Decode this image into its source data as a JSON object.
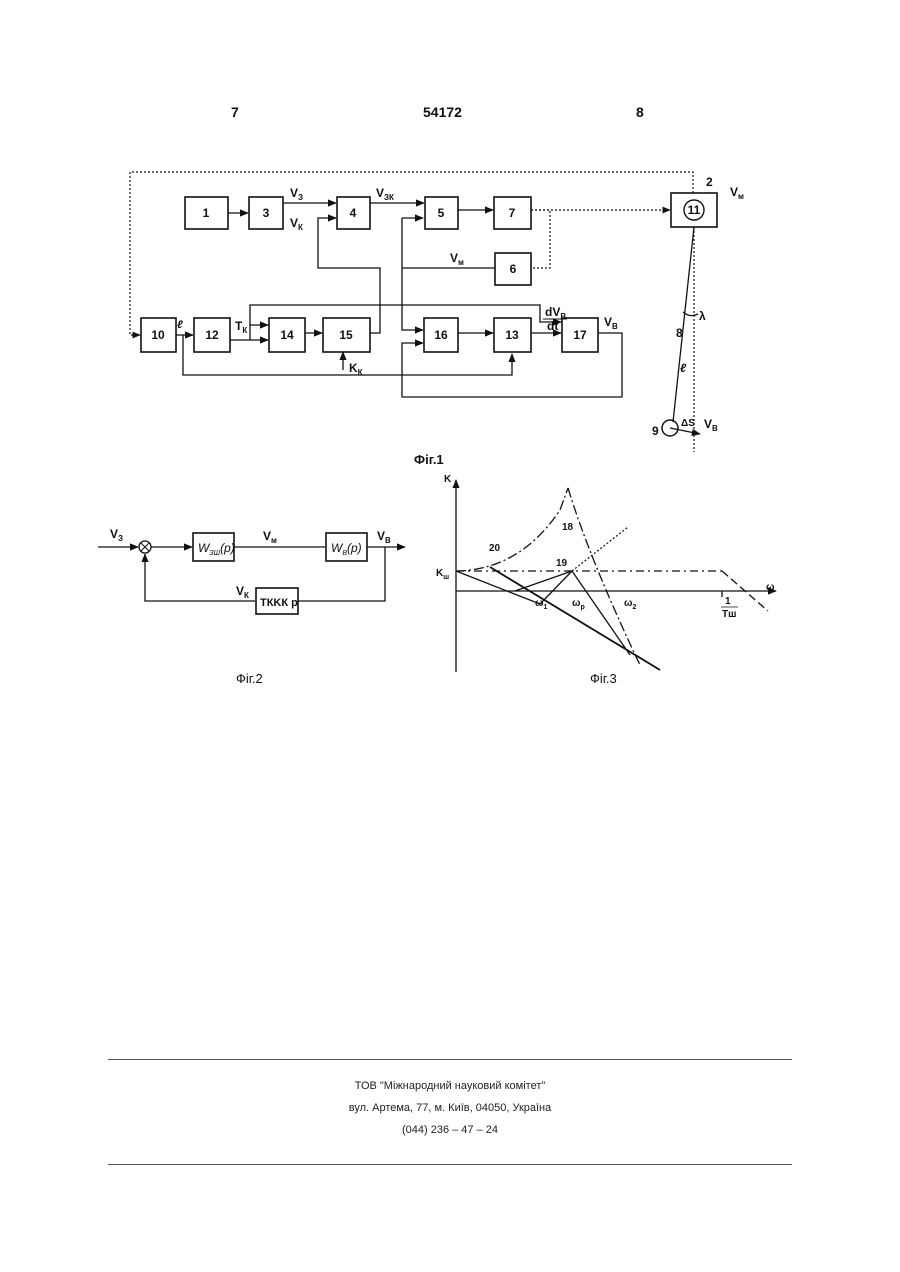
{
  "header": {
    "page_left": "7",
    "patent_number": "54172",
    "page_right": "8"
  },
  "figure1": {
    "caption": "Фіг.1",
    "blocks": [
      "1",
      "3",
      "4",
      "5",
      "7",
      "6",
      "11",
      "10",
      "12",
      "14",
      "15",
      "16",
      "13",
      "17"
    ],
    "labels": {
      "vz": "V",
      "vz_sub": "З",
      "vk": "V",
      "vk_sub": "К",
      "vzk": "V",
      "vzk_sub": "ЗК",
      "vm_mid": "V",
      "vm_mid_sub": "м",
      "vm_out": "V",
      "vm_out_sub": "м",
      "tk": "T",
      "tk_sub": "К",
      "kk": "K",
      "kk_sub": "К",
      "dvb": "dV",
      "dvb_sub": "В",
      "dt": "dt",
      "vb": "V",
      "vb_sub": "В",
      "vb_load": "V",
      "vb_load_sub": "В",
      "n2": "2",
      "n8": "8",
      "n9": "9",
      "lam": "λ",
      "ell": "ℓ",
      "ell_in": "ℓ",
      "ds": "ΔS"
    }
  },
  "figure2": {
    "caption": "Фіг.2",
    "vz": "V",
    "vz_sub": "З",
    "w_zsh": "W",
    "w_zsh_sub": "ЗШ",
    "w_zsh_arg": "(p)",
    "vm": "V",
    "vm_sub": "м",
    "w_v": "W",
    "w_v_sub": "В",
    "w_v_arg": "(p)",
    "vb": "V",
    "vb_sub": "В",
    "vk": "V",
    "vk_sub": "К",
    "fb_block": "TКKК p"
  },
  "figure3": {
    "caption": "Фіг.3",
    "y_axis": "K",
    "x_axis": "ω",
    "k_sh": "K",
    "k_sh_sub": "ш",
    "c18": "18",
    "c19": "19",
    "c20": "20",
    "w1": "ω",
    "w1_sub": "1",
    "wp": "ω",
    "wp_sub": "p",
    "w2": "ω",
    "w2_sub": "2",
    "inv_num": "1",
    "inv_den": "Tш"
  },
  "footer": {
    "line1": "ТОВ \"Міжнародний науковий комітет\"",
    "line2": "вул. Артема, 77, м. Київ, 04050, Україна",
    "line3": "(044) 236 – 47 – 24"
  }
}
